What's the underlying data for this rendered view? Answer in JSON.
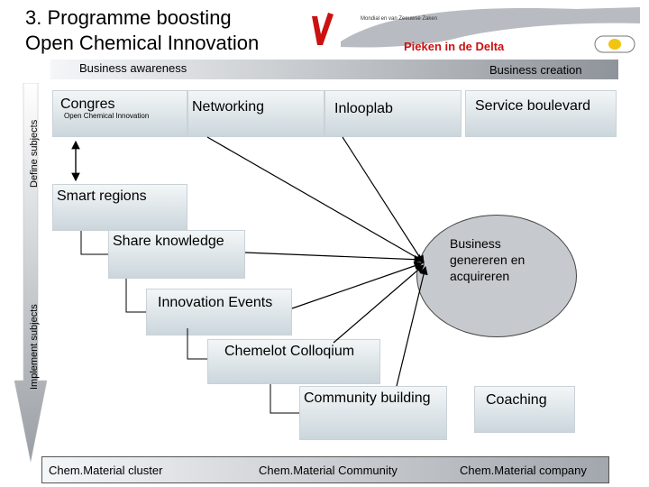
{
  "title": "3. Programme boosting\nOpen Chemical Innovation",
  "logo": {
    "tagline": "Mondial en van Zeeuwse Zaken",
    "name": "Pieken in de Delta",
    "colors": {
      "red": "#cc1111",
      "yellow": "#f1c40f",
      "land": "#b8bcc2"
    }
  },
  "top_band": {
    "left": "Business awareness",
    "right": "Business creation"
  },
  "side_labels": {
    "upper": "Define subjects",
    "lower": "Implement subjects"
  },
  "boxes": {
    "congres": "Congres",
    "congres_sub": "Open Chemical Innovation",
    "networking": "Networking",
    "inlooplab": "Inlooplab",
    "service_boulevard": "Service boulevard",
    "smart_regions": "Smart regions",
    "share_knowledge": "Share knowledge",
    "innovation_events": "Innovation Events",
    "chemelot_colloquium": "Chemelot Colloqium",
    "community_building": "Community building",
    "coaching": "Coaching"
  },
  "business_ellipse": "Business\ngenereren en\nacquireren",
  "bottom_band": {
    "cluster": "Chem.Material cluster",
    "community": "Chem.Material Community",
    "company": "Chem.Material company"
  }
}
